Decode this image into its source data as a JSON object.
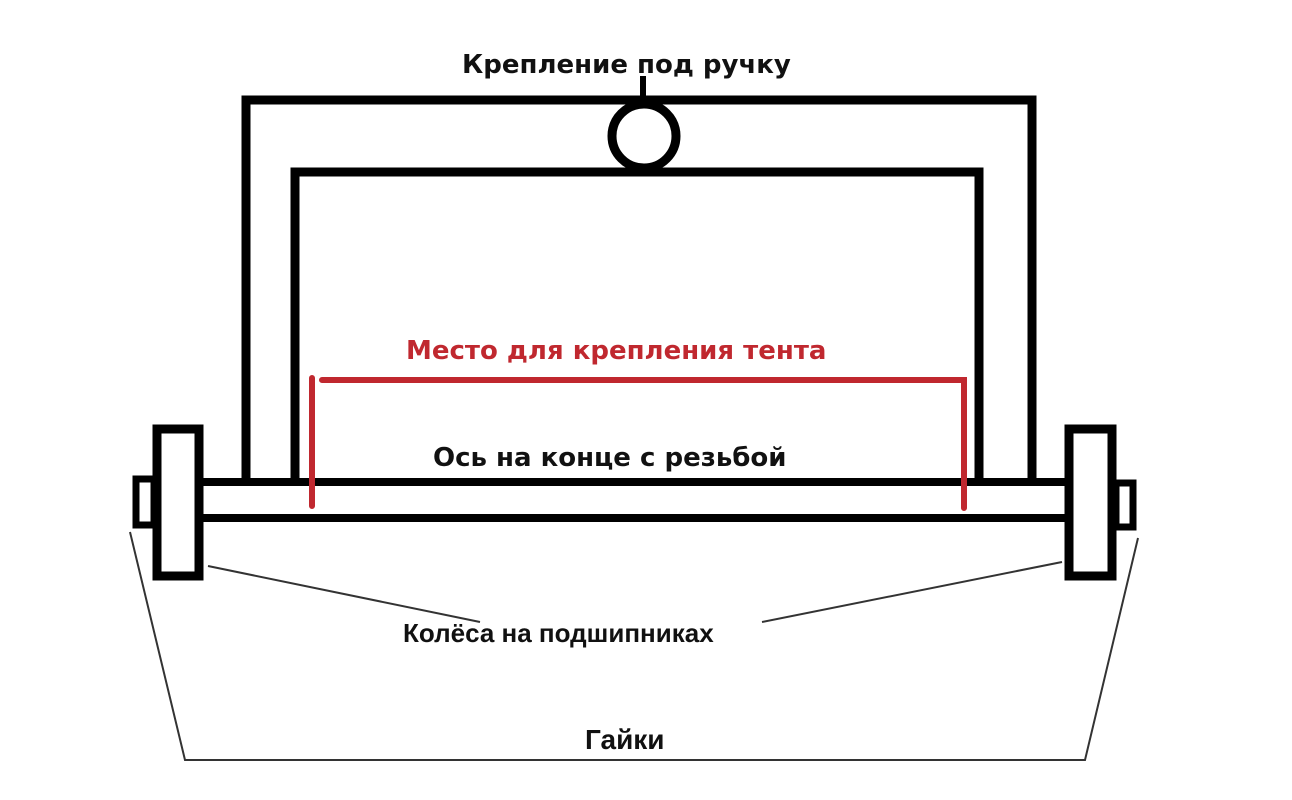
{
  "diagram": {
    "labels": {
      "handle_mount": "Крепление под ручку",
      "tent_mount": "Место для крепления тента",
      "axle": "Ось на конце с резьбой",
      "wheels": "Колёса на подшипниках",
      "nuts": "Гайки"
    },
    "colors": {
      "frame": "#000000",
      "tent_mount": "#c0282f",
      "leader_lines": "#333333",
      "background": "#ffffff"
    }
  }
}
